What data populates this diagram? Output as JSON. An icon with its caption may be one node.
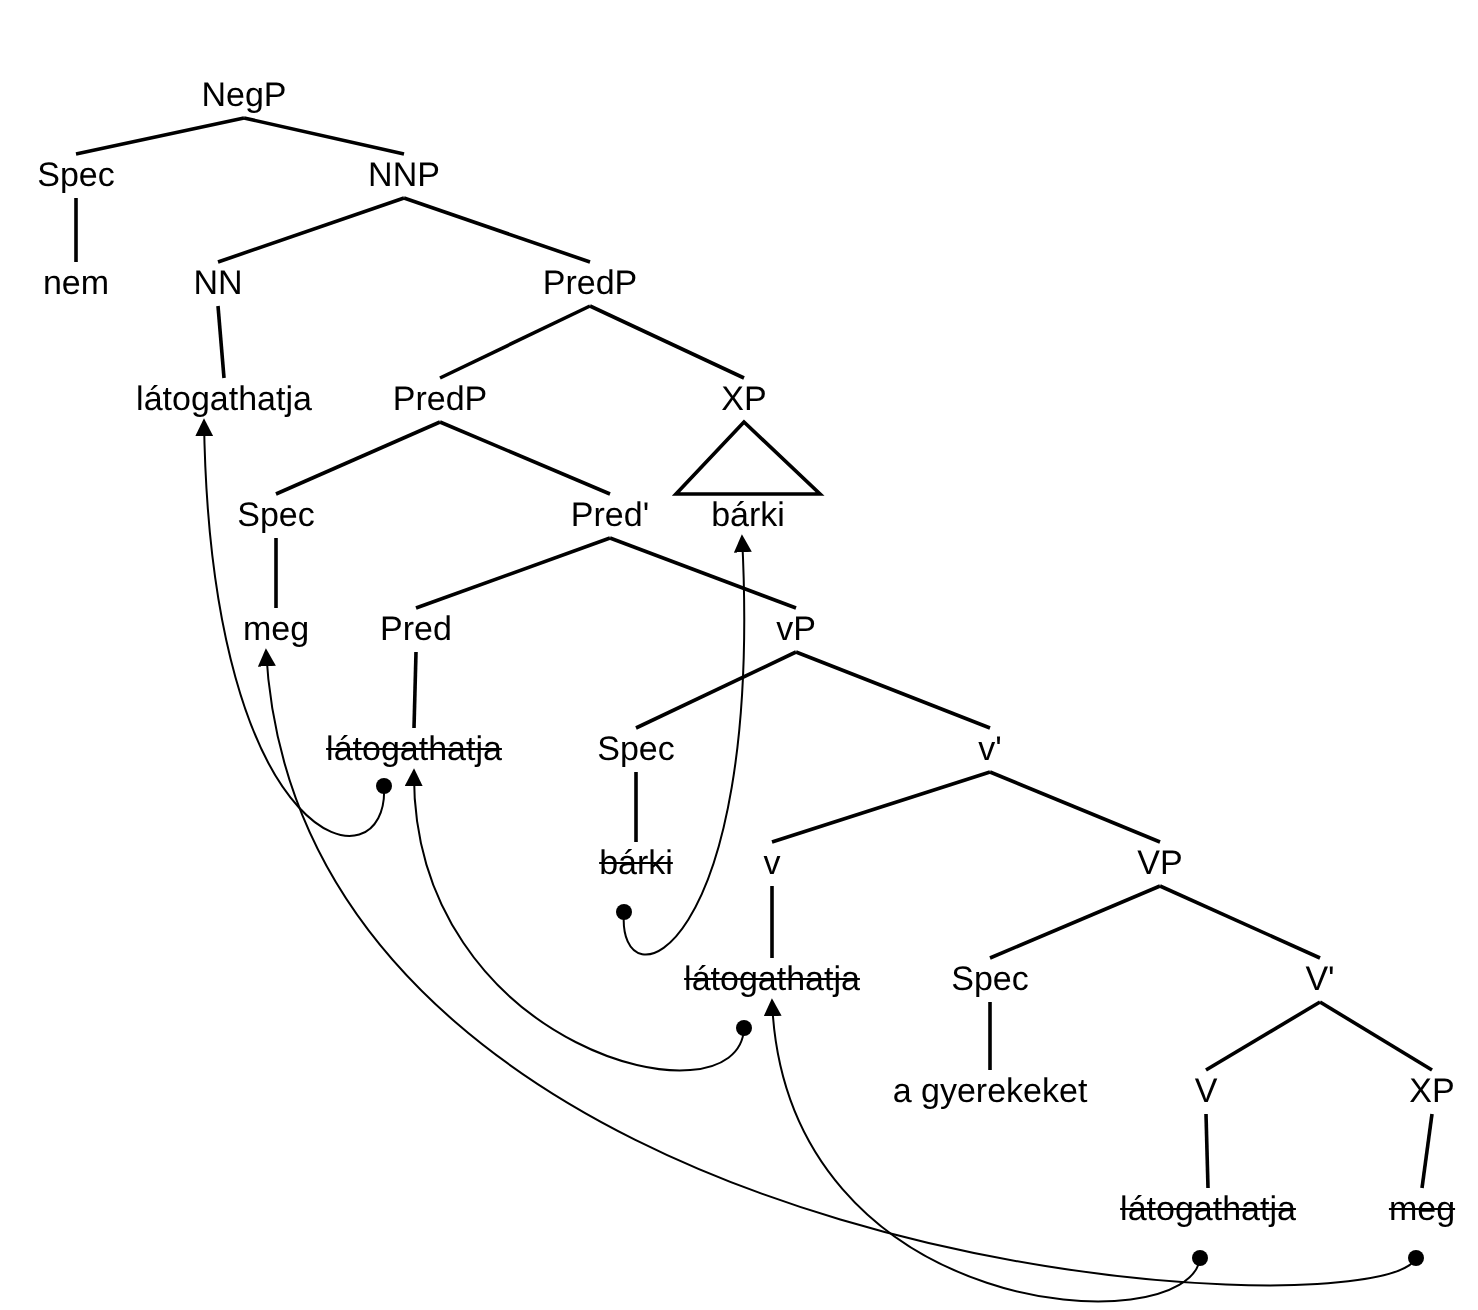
{
  "diagram": {
    "nodes": [
      {
        "text": [
          "NegP"
        ]
      },
      {
        "text": [
          "Spec"
        ]
      },
      {
        "text": [
          "NNP"
        ]
      },
      {
        "text": [
          "nem"
        ]
      },
      {
        "text": [
          "NN"
        ]
      },
      {
        "text": [
          "PredP"
        ]
      },
      {
        "text": [
          "látogathatja"
        ]
      },
      {
        "text": [
          "PredP"
        ]
      },
      {
        "text": [
          "XP"
        ]
      },
      {
        "text": [
          "Spec"
        ]
      },
      {
        "text": [
          "Pred'"
        ]
      },
      {
        "text": [
          "bárki"
        ]
      },
      {
        "text": [
          "meg"
        ]
      },
      {
        "text": [
          "Pred"
        ]
      },
      {
        "text": [
          "vP"
        ]
      },
      {
        "text": [
          "látogathatja"
        ]
      },
      {
        "text": [
          "Spec"
        ]
      },
      {
        "text": [
          "v'"
        ]
      },
      {
        "text": [
          "bárki"
        ]
      },
      {
        "text": [
          "v"
        ]
      },
      {
        "text": [
          "VP"
        ]
      },
      {
        "text": [
          "látogathatja"
        ]
      },
      {
        "text": [
          "Spec"
        ]
      },
      {
        "text": [
          "V'"
        ]
      },
      {
        "text": [
          "a gyerekeket"
        ]
      },
      {
        "text": [
          "V"
        ]
      },
      {
        "text": [
          "XP"
        ]
      },
      {
        "text": [
          "látogathatja"
        ]
      },
      {
        "text": [
          "meg"
        ]
      }
    ],
    "edges": [
      {
        "from": 0,
        "to": 1,
        "arrow": "none"
      },
      {
        "from": 0,
        "to": 2,
        "arrow": "none"
      },
      {
        "from": 1,
        "to": 3,
        "arrow": "none"
      },
      {
        "from": 2,
        "to": 4,
        "arrow": "none"
      },
      {
        "from": 2,
        "to": 5,
        "arrow": "none"
      },
      {
        "from": 4,
        "to": 6,
        "arrow": "none"
      },
      {
        "from": 5,
        "to": 7,
        "arrow": "none"
      },
      {
        "from": 5,
        "to": 8,
        "arrow": "none"
      },
      {
        "from": 7,
        "to": 9,
        "arrow": "none"
      },
      {
        "from": 7,
        "to": 10,
        "arrow": "none"
      },
      {
        "from": 8,
        "to": 11,
        "arrow": "none"
      },
      {
        "from": 9,
        "to": 12,
        "arrow": "none"
      },
      {
        "from": 10,
        "to": 13,
        "arrow": "none"
      },
      {
        "from": 10,
        "to": 14,
        "arrow": "none"
      },
      {
        "from": 13,
        "to": 15,
        "arrow": "none"
      },
      {
        "from": 14,
        "to": 16,
        "arrow": "none"
      },
      {
        "from": 14,
        "to": 17,
        "arrow": "none"
      },
      {
        "from": 16,
        "to": 18,
        "arrow": "none"
      },
      {
        "from": 17,
        "to": 19,
        "arrow": "none"
      },
      {
        "from": 17,
        "to": 20,
        "arrow": "none"
      },
      {
        "from": 19,
        "to": 21,
        "arrow": "none"
      },
      {
        "from": 20,
        "to": 22,
        "arrow": "none"
      },
      {
        "from": 20,
        "to": 23,
        "arrow": "none"
      },
      {
        "from": 22,
        "to": 24,
        "arrow": "none"
      },
      {
        "from": 23,
        "to": 25,
        "arrow": "none"
      },
      {
        "from": 23,
        "to": 26,
        "arrow": "none"
      },
      {
        "from": 25,
        "to": 27,
        "arrow": "none"
      },
      {
        "from": 26,
        "to": 28,
        "arrow": "none"
      },
      {
        "from": 15,
        "to": 6,
        "arrow": "to"
      },
      {
        "from": 28,
        "to": 12,
        "arrow": "to"
      },
      {
        "from": 21,
        "to": 15,
        "arrow": "to"
      },
      {
        "from": 18,
        "to": 11,
        "arrow": "to"
      },
      {
        "from": 27,
        "to": 21,
        "arrow": "to"
      }
    ]
  }
}
